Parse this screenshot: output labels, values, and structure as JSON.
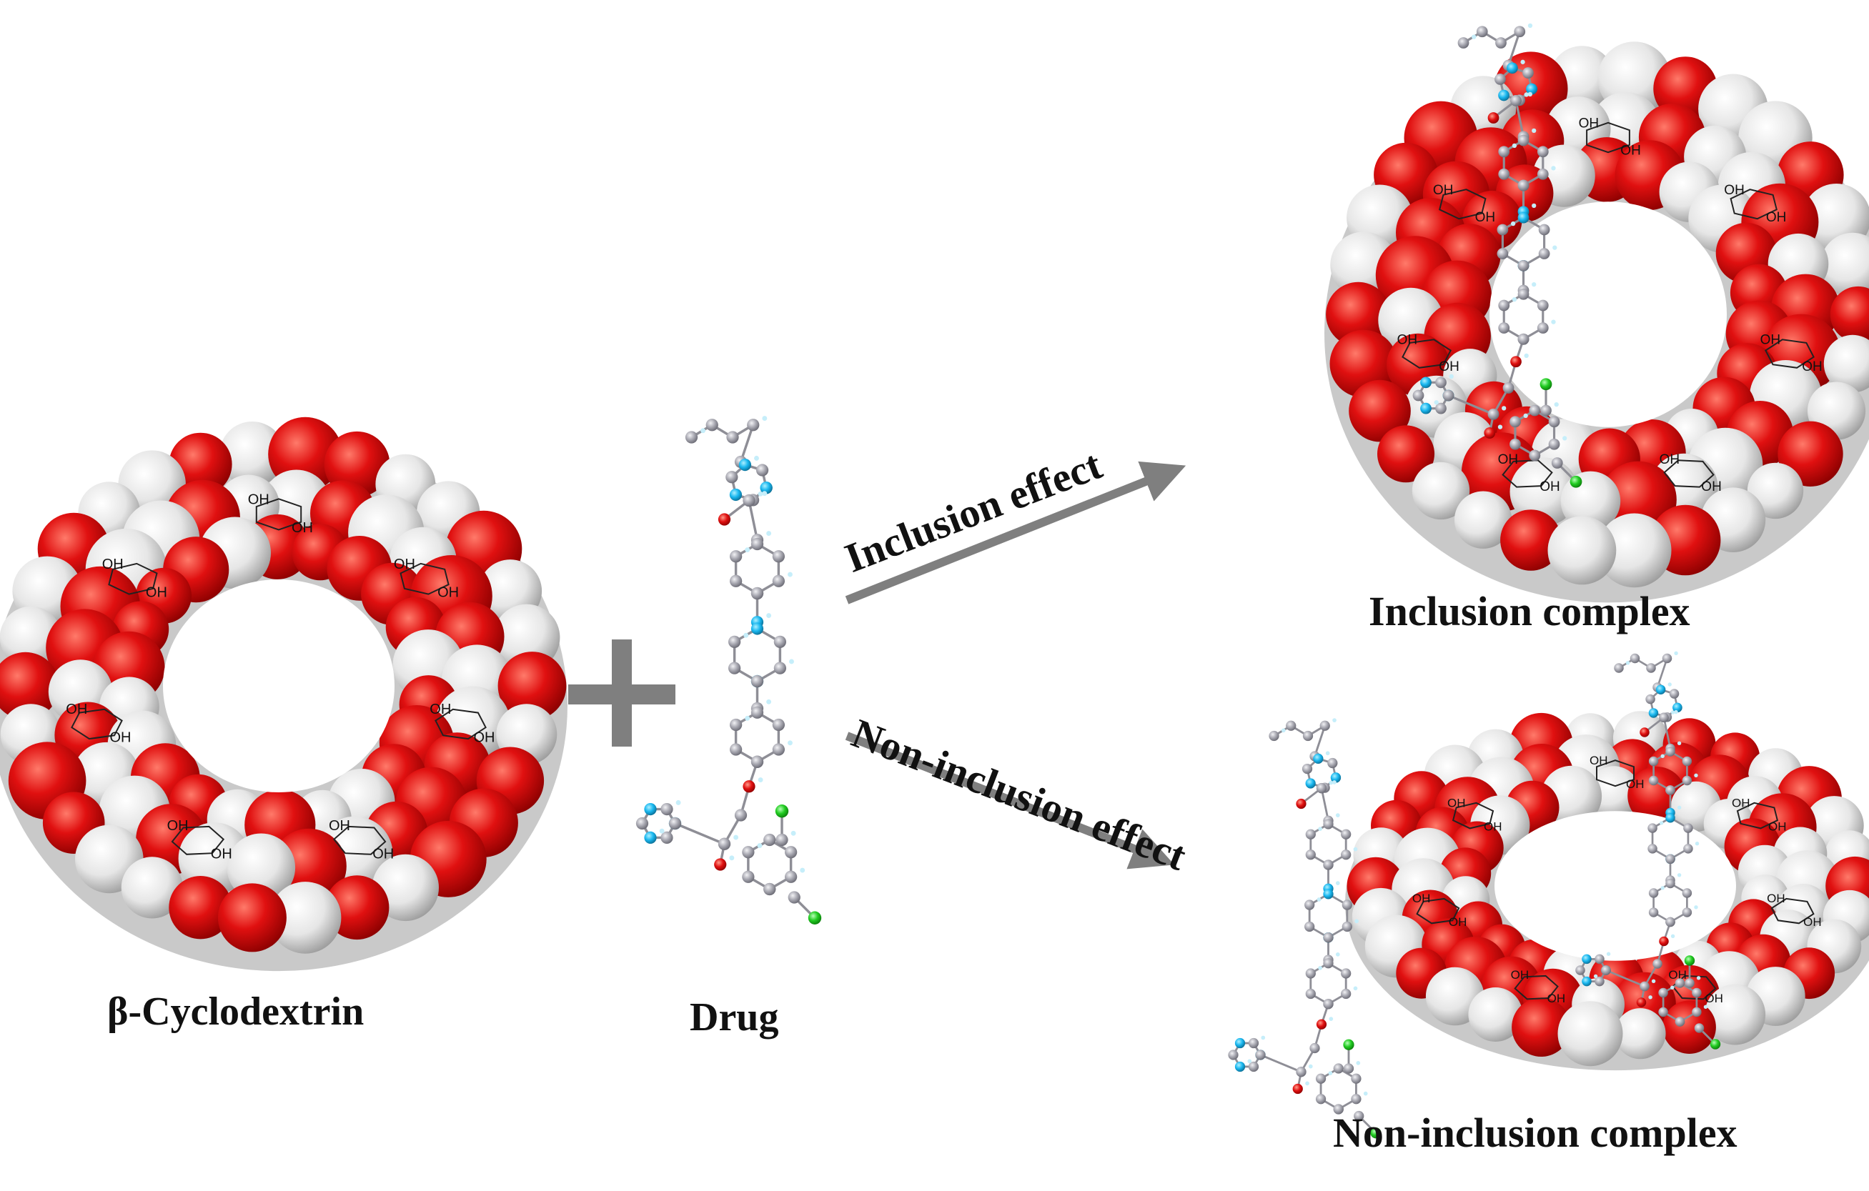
{
  "labels": {
    "cyclodextrin": "β-Cyclodextrin",
    "drug": "Drug",
    "inclusion_complex": "Inclusion complex",
    "non_inclusion_complex": "Non-inclusion complex",
    "inclusion_effect": "Inclusion effect",
    "non_inclusion_effect": "Non-inclusion effect"
  },
  "glyphs": {
    "plus": "+",
    "hydroxyl": "OH"
  },
  "colors": {
    "oxygen": "#e01010",
    "hydrogen": "#e6e6e6",
    "carbon_bond": "#a9a9b2",
    "nitrogen": "#1ab8f0",
    "chlorine": "#22cc22",
    "arrow": "#7f7f7f",
    "plus": "#7f7f7f"
  }
}
